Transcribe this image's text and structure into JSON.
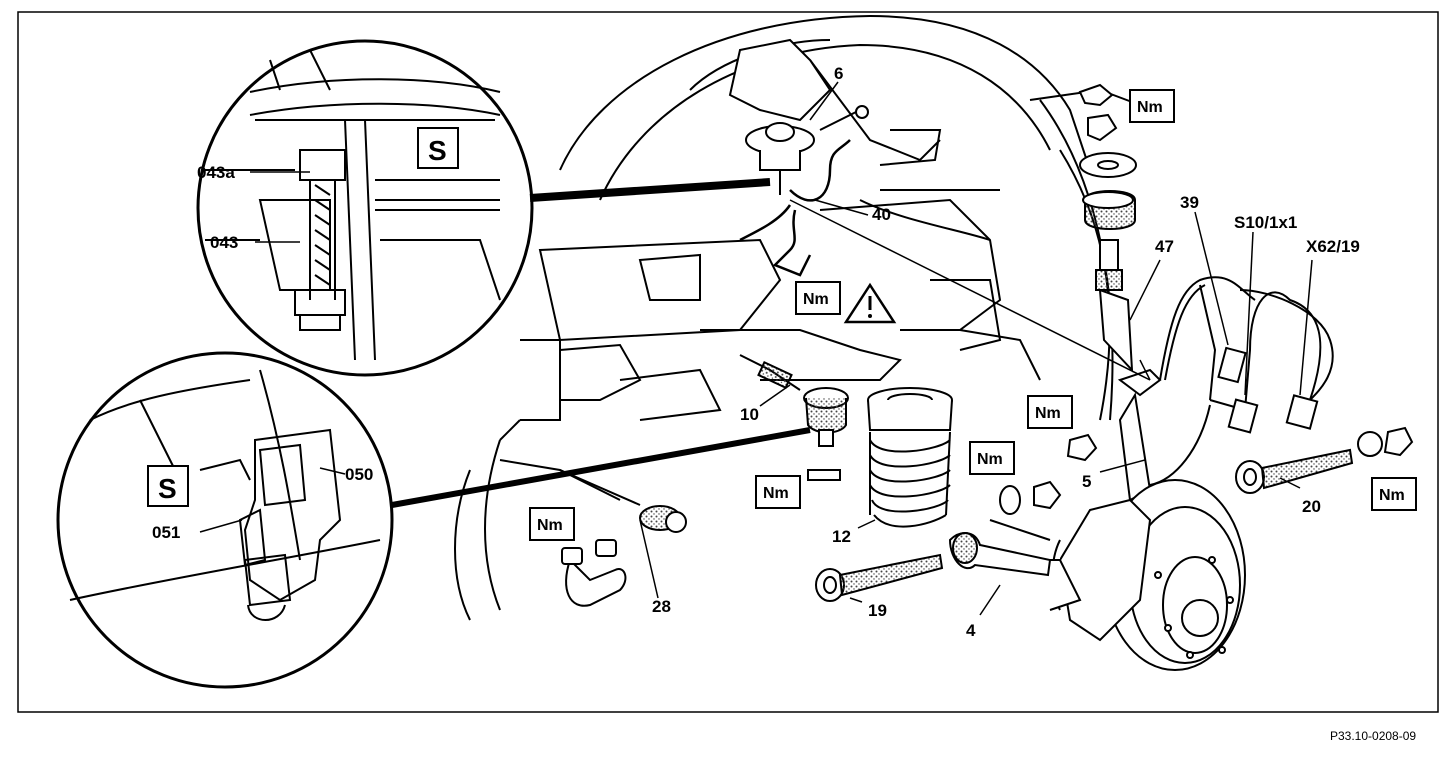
{
  "figure_reference": "P33.10-0208-09",
  "callouts": {
    "c6": "6",
    "c40": "40",
    "c39": "39",
    "c47": "47",
    "c10": "10",
    "c5": "5",
    "c20": "20",
    "c12": "12",
    "c19": "19",
    "c4": "4",
    "c28": "28",
    "c043a": "043a",
    "c043": "043",
    "c050": "050",
    "c051": "051",
    "cS10": "S10/1x1",
    "cX62": "X62/19"
  },
  "symbols": {
    "torque": "Nm",
    "tool": "S"
  },
  "icons": [
    "torque-spec-icon",
    "warning-triangle-icon",
    "special-tool-icon"
  ],
  "colors": {
    "line": "#000000",
    "background": "#ffffff",
    "stipple": "#555555"
  }
}
